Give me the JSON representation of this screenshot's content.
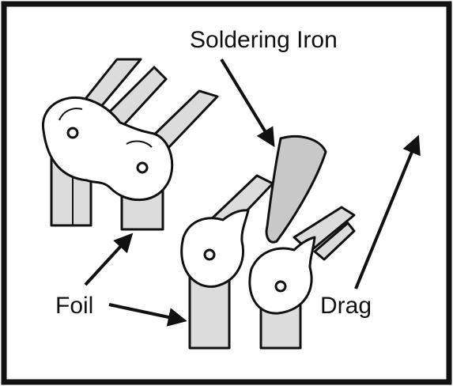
{
  "labels": {
    "soldering_iron": "Soldering Iron",
    "foil": "Foil",
    "drag": "Drag"
  },
  "colors": {
    "ink": "#111111",
    "trace_fill": "#dcdcdc",
    "iron_fill": "#c8c8c8",
    "pad_fill": "#ffffff",
    "background": "#ffffff"
  }
}
